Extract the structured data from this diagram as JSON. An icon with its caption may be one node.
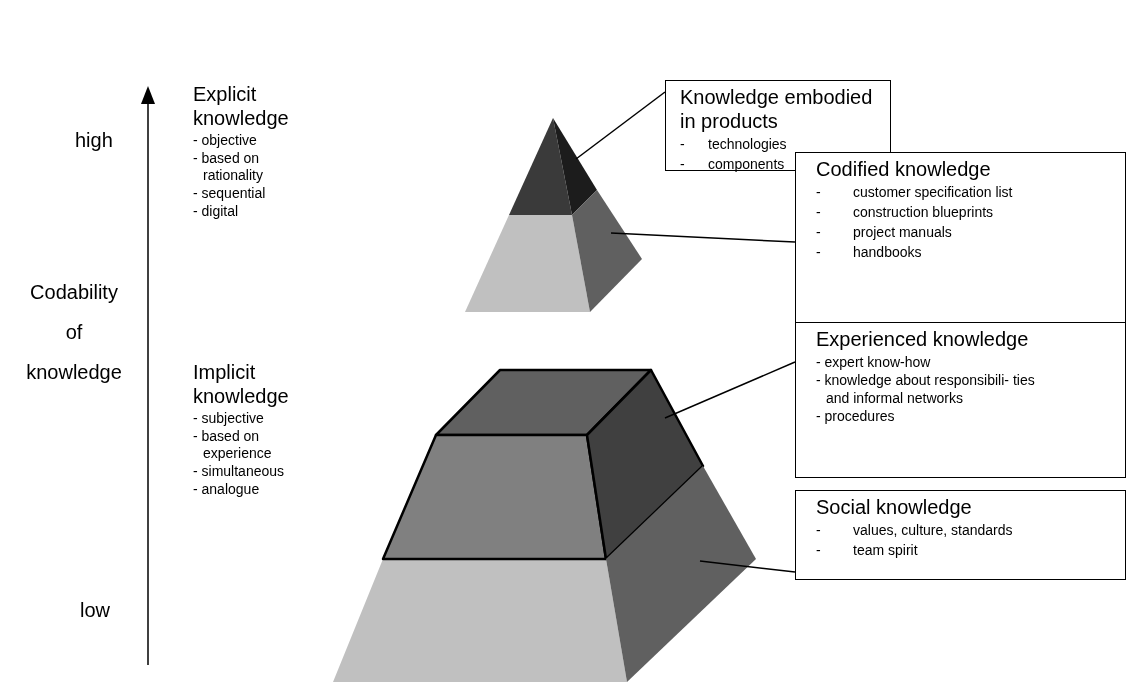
{
  "diagram": {
    "nodes": [
      {
        "text": [
          "Knowledge embodied in products",
          "-",
          "technologies",
          "-",
          "components"
        ]
      },
      {
        "text": [
          "Codified knowledge",
          "-",
          "customer specification list",
          "-",
          "construction blueprints",
          "-",
          "project manuals",
          "-",
          "handbooks"
        ]
      },
      {
        "text": [
          "Experienced knowledge",
          "- expert know-how",
          "- knowledge about responsibili- ties and informal networks",
          "- procedures"
        ]
      },
      {
        "text": [
          "Social knowledge",
          "-",
          "values, culture, standards",
          "-",
          "team spirit"
        ]
      },
      {
        "text": [],
        "shape": "triangle"
      },
      {
        "text": [],
        "shape": "trapezoid"
      },
      {
        "text": [],
        "shape": "trapezoid"
      },
      {
        "text": [],
        "shape": "trapezoid"
      }
    ],
    "edges": [
      {
        "from": 0,
        "to": 4,
        "arrow": "none"
      },
      {
        "from": 1,
        "to": 5,
        "arrow": "none"
      },
      {
        "from": 2,
        "to": 6,
        "arrow": "none"
      },
      {
        "from": 3,
        "to": 7,
        "arrow": "none"
      }
    ],
    "labels": [
      "high",
      "Codability of knowledge",
      "low",
      "Explicit knowledge",
      "- objective",
      "- based on rationality",
      "- sequential",
      "- digital",
      "Implicit knowledge",
      "- subjective",
      "- based on experience",
      "- simultaneous",
      "- analogue"
    ]
  }
}
